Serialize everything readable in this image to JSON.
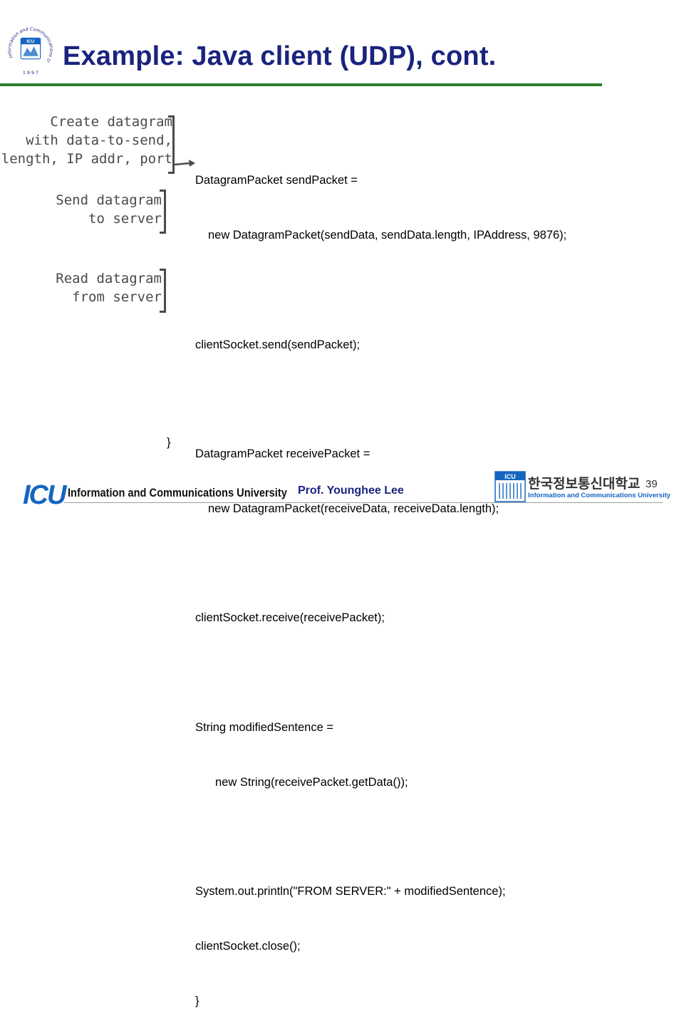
{
  "slide": {
    "title": "Example: Java client (UDP), cont.",
    "seal_text": "Information and Communications University · 1997",
    "seal_year": "1 9 9 7"
  },
  "annotations": [
    {
      "lines": [
        "Create datagram",
        "with data-to-send,",
        "length, IP addr, port"
      ]
    },
    {
      "lines": [
        "Send datagram",
        "to server"
      ]
    },
    {
      "lines": [
        "Read datagram",
        "from server"
      ]
    }
  ],
  "code": {
    "lines": [
      "DatagramPacket sendPacket =",
      "new DatagramPacket(sendData, sendData.length, IPAddress, 9876);",
      "",
      "clientSocket.send(sendPacket);",
      "",
      "DatagramPacket receivePacket =",
      "new DatagramPacket(receiveData, receiveData.length);",
      "",
      "clientSocket.receive(receivePacket);",
      "",
      "String modifiedSentence =",
      "new String(receivePacket.getData());",
      "",
      "System.out.println(\"FROM SERVER:\" + modifiedSentence);",
      "clientSocket.close();",
      "}"
    ],
    "closing_brace": "}"
  },
  "footer": {
    "logo_text": "ICU",
    "university": "Information and Communications University",
    "author": "Prof. Younghee Lee",
    "korean_logo_badge": "ICU",
    "korean_name": "한국정보통신대학교",
    "korean_sub": "Information and Communications University",
    "page_number": "39"
  },
  "colors": {
    "title": "#1a237e",
    "rule": "#2e7d32",
    "annotation": "#4a4a4a",
    "logo_blue": "#1565c0"
  }
}
